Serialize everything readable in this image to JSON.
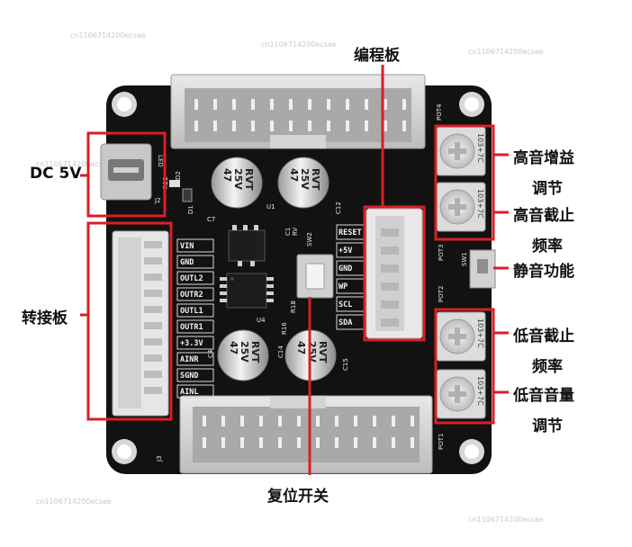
{
  "labels": {
    "dc": "DC 5V",
    "adapter": "转接板",
    "programmer": "编程板",
    "reset_switch": "复位开关",
    "treble_gain_1": "高音增益",
    "treble_gain_2": "调节",
    "treble_cut_1": "高音截止",
    "treble_cut_2": "频率",
    "mute": "静音功能",
    "bass_cut_1": "低音截止",
    "bass_cut_2": "频率",
    "bass_vol_1": "低音音量",
    "bass_vol_2": "调节"
  },
  "pins_left": [
    "VIN",
    "GND",
    "OUTL2",
    "OUTR2",
    "OUTL1",
    "OUTR1",
    "+3.3V",
    "AINR",
    "SGND",
    "AINL"
  ],
  "pins_right": [
    "RESET",
    "+5V",
    "GND",
    "WP",
    "SCL",
    "SDA"
  ],
  "pot_code": "103+7C",
  "cap_text": [
    "47",
    "25V",
    "RVT"
  ],
  "silk": {
    "pot1": "POT1",
    "pot2": "POT2",
    "pot3": "POT3",
    "pot4": "POT4",
    "j2": "J2",
    "j3": "J3",
    "led": "LED",
    "sw1": "SW1",
    "sw2": "SW2",
    "r22": "R22",
    "d2": "D2",
    "d1": "D1",
    "r16": "R16",
    "r18": "R18",
    "c1": "C1",
    "c4": "C4",
    "c7": "C7",
    "c12": "C12",
    "c14": "C14",
    "c15": "C15",
    "u1": "U1",
    "u4": "U4",
    "rv": "RV"
  },
  "watermark": "cn1106714200ecsae",
  "colors": {
    "annotation": "#d91f26",
    "board": "#121212",
    "text": "#111111"
  }
}
